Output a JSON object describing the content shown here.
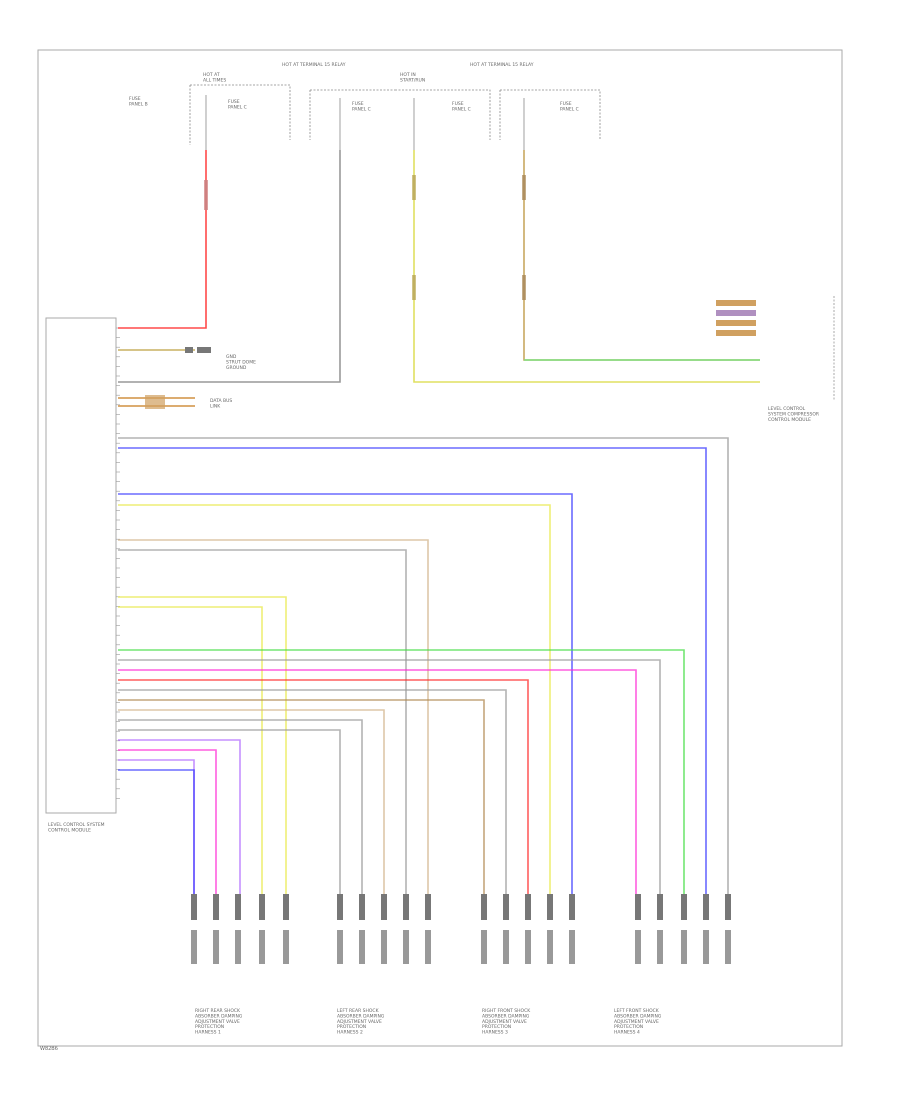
{
  "diagram": {
    "top_labels": {
      "fuse_a": "HOT AT\nALL TIMES",
      "fuse_b": "HOT IN\nSTART/RUN",
      "relay_1": "HOT AT TERMINAL 15 RELAY",
      "relay_2": "HOT AT TERMINAL 15 RELAY",
      "fuse_block_1": "FUSE\nPANEL C",
      "fuse_block_2": "FUSE\nPANEL C",
      "fuse_block_3": "FUSE\nPANEL C",
      "fuse_block_4": "FUSE\nPANEL C",
      "fuse_side": "FUSE\nPANEL B"
    },
    "left_module": {
      "label": "LEVEL CONTROL SYSTEM\nCONTROL MODULE"
    },
    "mid_labels": {
      "ground_text": "GND\nSTRUT DOME\nGROUND",
      "data_bus": "DATA BUS\nLINK",
      "right_module": "LEVEL CONTROL\nSYSTEM COMPRESSOR\nCONTROL MODULE"
    },
    "bottom_modules": [
      "RIGHT REAR SHOCK\nABSORBER DAMPING\nADJUSTMENT VALVE\nPROTECTION\nHARNESS 1",
      "LEFT REAR SHOCK\nABSORBER DAMPING\nADJUSTMENT VALVE\nPROTECTION\nHARNESS 2",
      "RIGHT FRONT SHOCK\nABSORBER DAMPING\nADJUSTMENT VALVE\nPROTECTION\nHARNESS 3",
      "LEFT FRONT SHOCK\nABSORBER DAMPING\nADJUSTMENT VALVE\nPROTECTION\nHARNESS 4"
    ],
    "footer_code": "W82B6",
    "colors": {
      "red": "#ff2a2a",
      "blue": "#3a3aff",
      "yellow": "#e8e84a",
      "green": "#44dd44",
      "magenta": "#ff2ad4",
      "brown": "#b08a52",
      "gray": "#9a9a9a",
      "black": "#333333",
      "violet": "#b16cff",
      "tan": "#d2b48c"
    }
  }
}
